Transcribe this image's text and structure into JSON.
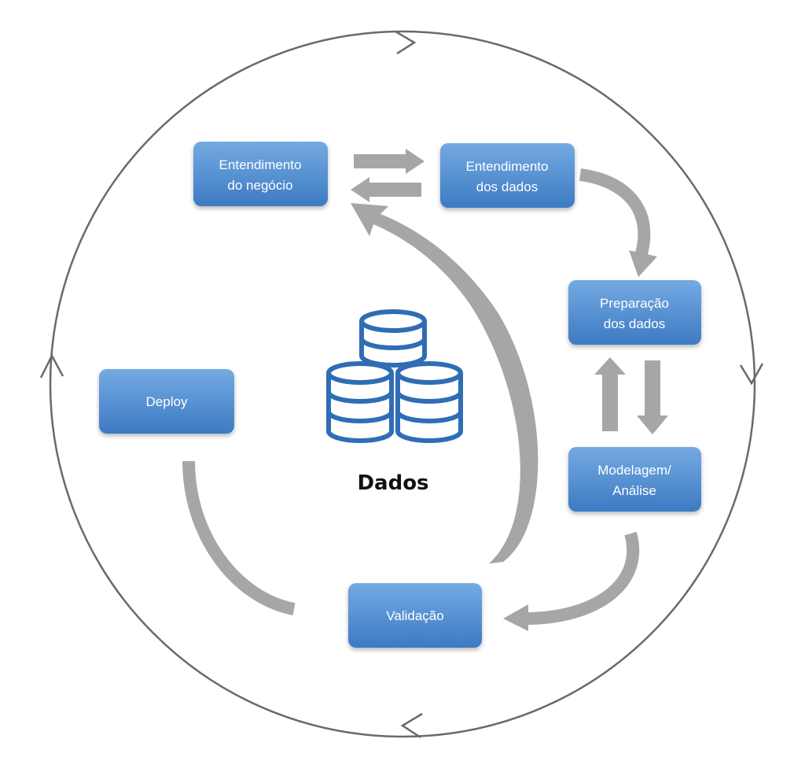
{
  "diagram": {
    "center": {
      "icon": "database-stack-icon",
      "label": "Dados"
    },
    "stages": {
      "business_understanding": {
        "line1": "Entendimento",
        "line2": "do negócio"
      },
      "data_understanding": {
        "line1": "Entendimento",
        "line2": "dos dados"
      },
      "data_preparation": {
        "line1": "Preparação",
        "line2": "dos dados"
      },
      "modeling": {
        "line1": "Modelagem/",
        "line2": "Análise"
      },
      "validation": {
        "line1": "Validação"
      },
      "deploy": {
        "line1": "Deploy"
      }
    },
    "colors": {
      "stage_fill_top": "#6fa5de",
      "stage_fill_bottom": "#3f7cc4",
      "arrow_gray": "#a6a6a6",
      "outer_circle": "#6a6a6a",
      "db_icon": "#2f6db5",
      "label": "#111111"
    }
  }
}
